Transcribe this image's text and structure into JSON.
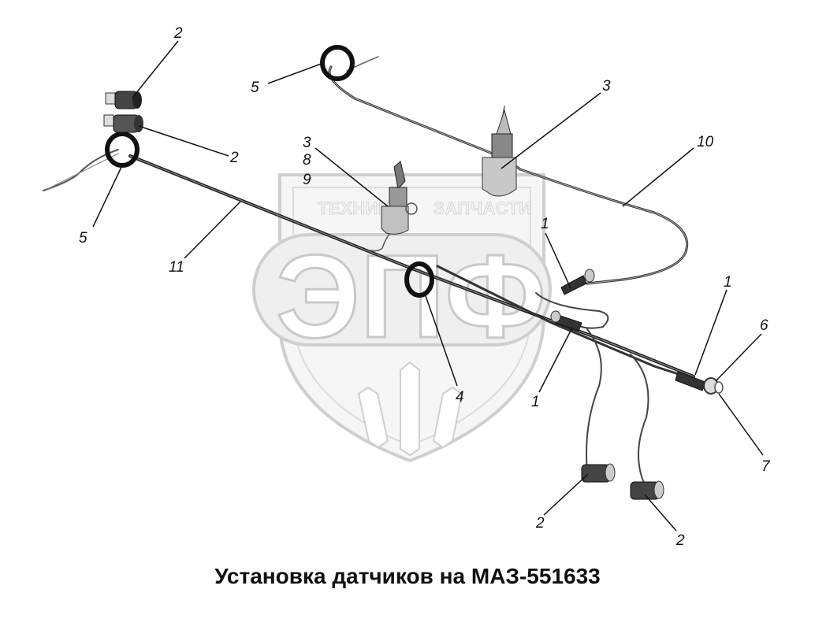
{
  "caption": "Установка датчиков на МАЗ-551633",
  "watermark": {
    "small_left": "ТЕХНИКА",
    "small_right": "ЗАПЧАСТИ",
    "big": "ЭПФ"
  },
  "callouts": {
    "c2_top_left": "2",
    "c5_top": "5",
    "c3_top_right": "3",
    "c2_mid_left": "2",
    "c3_mid": "3",
    "c8": "8",
    "c9": "9",
    "c10": "10",
    "c5_left": "5",
    "c11": "11",
    "c1_mid": "1",
    "c1_right": "1",
    "c6": "6",
    "c1_low": "1",
    "c4": "4",
    "c7": "7",
    "c2_bottom_left": "2",
    "c2_bottom_right": "2"
  },
  "colors": {
    "line": "#111111",
    "cable": "#444444",
    "watermark": "#cccccc"
  }
}
